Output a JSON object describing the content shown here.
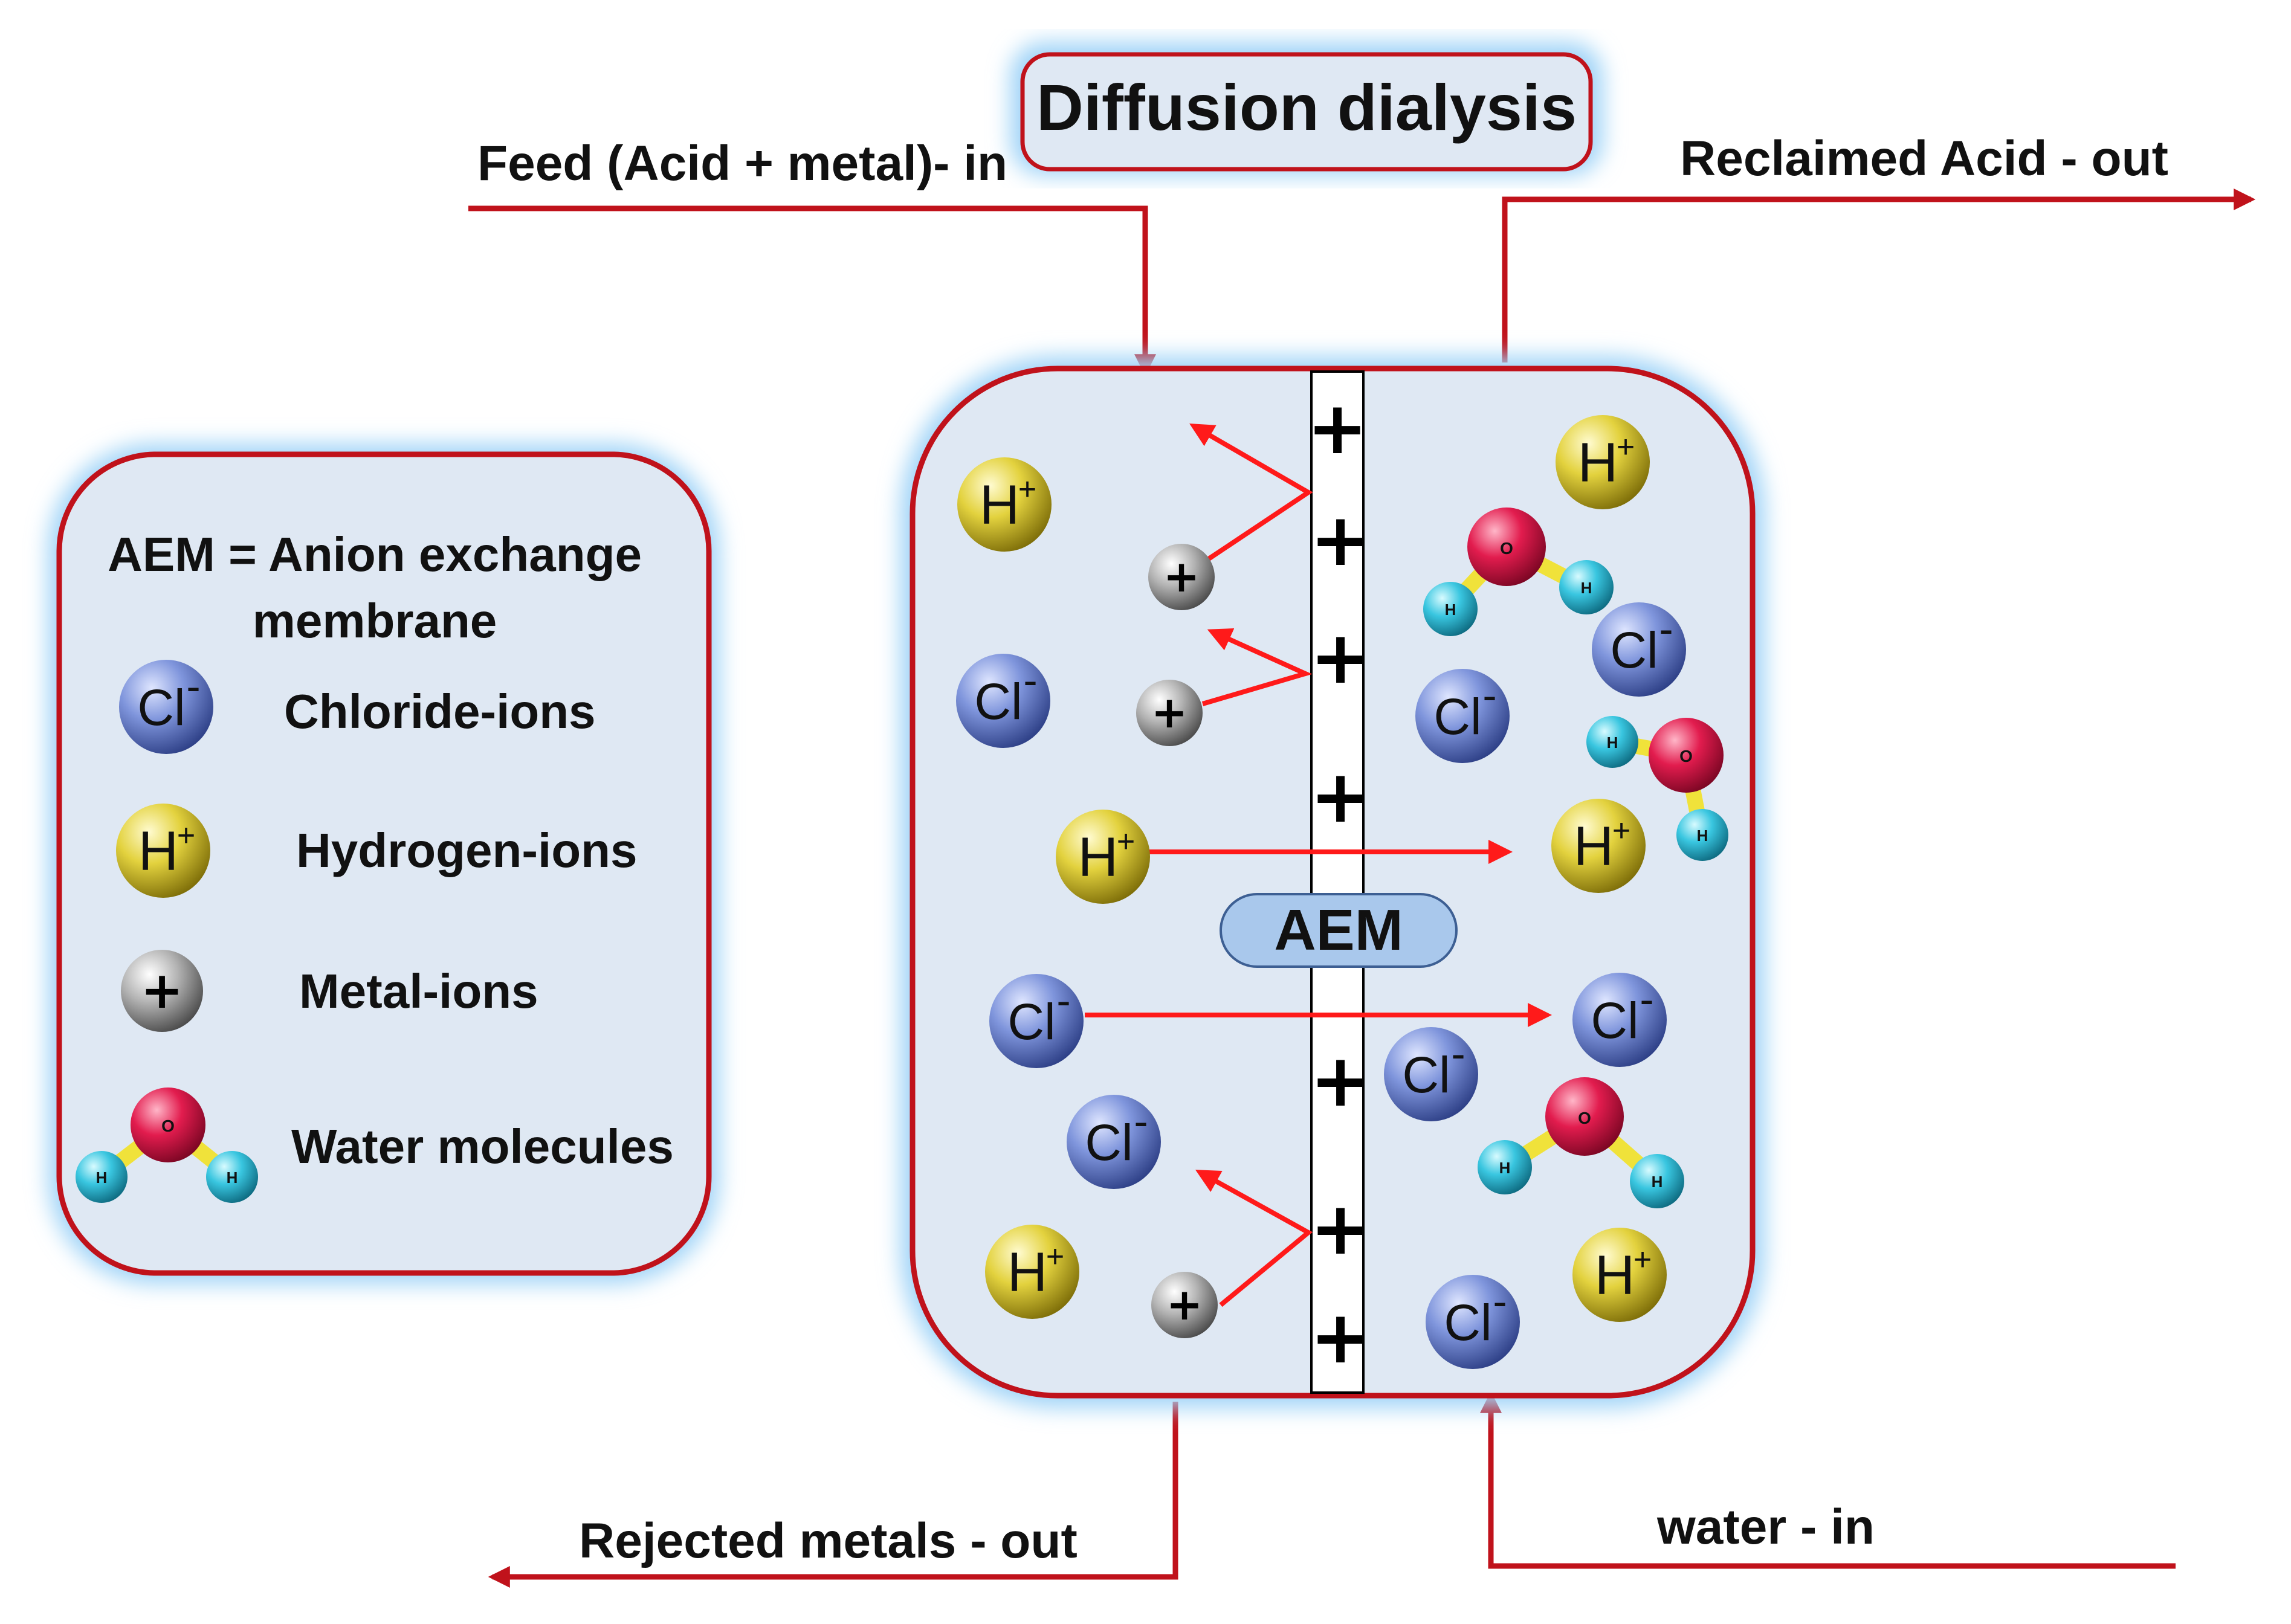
{
  "title": "Diffusion dialysis",
  "flows": {
    "feed_in": "Feed (Acid + metal)- in",
    "reclaimed_out": "Reclaimed Acid - out",
    "rejected_out": "Rejected metals - out",
    "water_in": "water - in"
  },
  "membrane": {
    "label": "AEM",
    "charge_symbol": "+"
  },
  "legend": {
    "heading_line1": "AEM = Anion exchange",
    "heading_line2": "membrane",
    "items": [
      {
        "symbol": "Cl",
        "sup": "-",
        "label": "Chloride-ions",
        "icon": "chloride-ion-icon"
      },
      {
        "symbol": "H",
        "sup": "+",
        "label": "Hydrogen-ions",
        "icon": "hydrogen-ion-icon"
      },
      {
        "symbol": "+",
        "sup": "",
        "label": "Metal-ions",
        "icon": "metal-ion-icon"
      },
      {
        "symbol": "",
        "sup": "",
        "label": "Water molecules",
        "icon": "water-molecule-icon"
      }
    ]
  },
  "atom_labels": {
    "oxygen": "O",
    "hydrogen": "H"
  },
  "colors": {
    "frame": "#c0121b",
    "panel_fill": "#dfe8f3",
    "glow": "#9fd3f7",
    "arrow": "#ff1a1a",
    "chloride": "#6f86d6",
    "hydrogen": "#e0cf3a",
    "metal": "#a8a8a8",
    "oxygen": "#e21c4e",
    "water_h": "#39c6e0",
    "bond": "#f0e23a"
  }
}
